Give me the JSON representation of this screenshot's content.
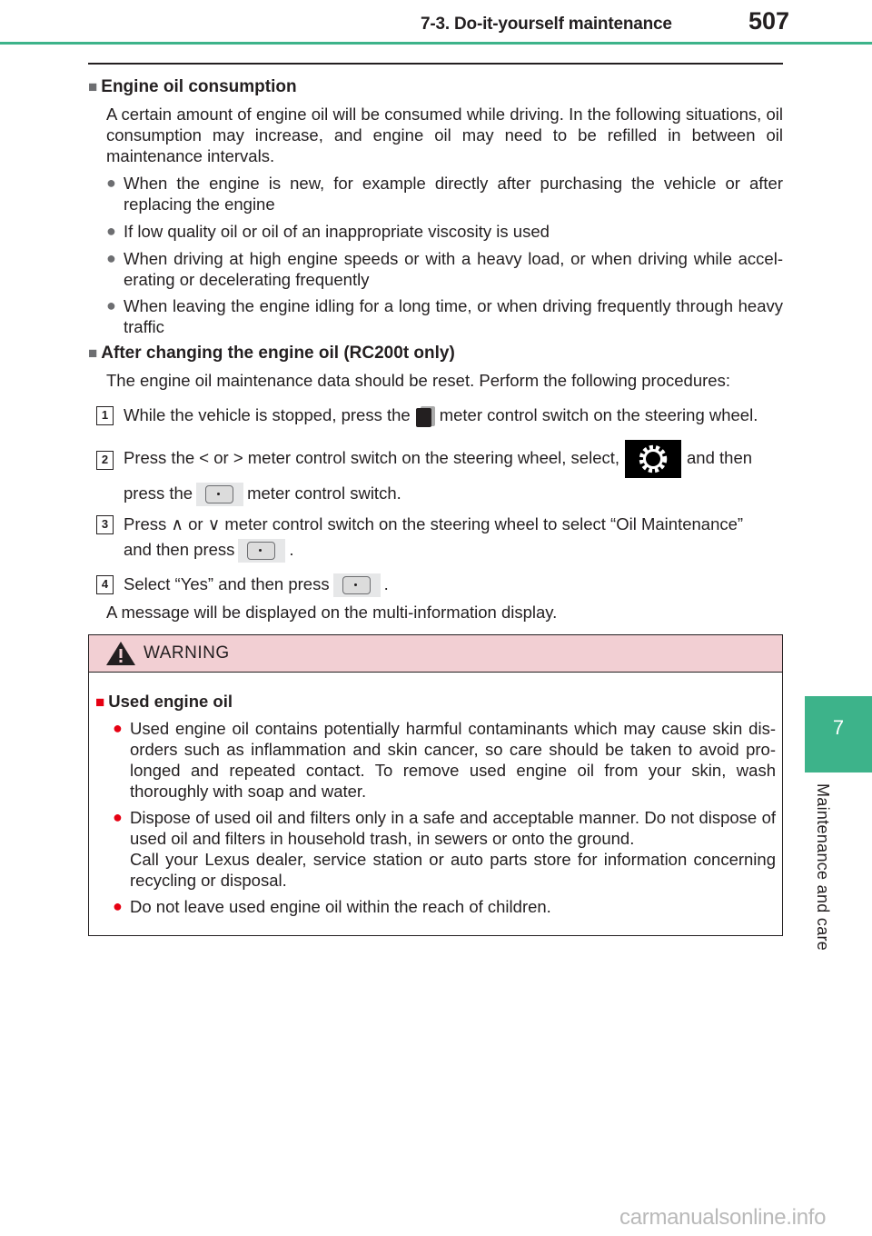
{
  "header": {
    "title": "7-3. Do-it-yourself maintenance",
    "page_number": "507"
  },
  "side_tab": {
    "chapter_number": "7",
    "chapter_title": "Maintenance and care"
  },
  "section1": {
    "heading": "Engine oil consumption",
    "intro": "A certain amount of engine oil will be consumed while driving. In the following situations, oil consumption may increase, and engine oil may need to be refilled in between oil maintenance intervals.",
    "bullets": [
      "When the engine is new, for example directly after purchasing the vehicle or after replacing the engine",
      "If low quality oil or oil of an inappropriate viscosity is used",
      "When driving at high engine speeds or with a heavy load, or when driving while accel-erating or decelerating frequently",
      "When leaving the engine idling for a long time, or when driving frequently through heavy traffic"
    ]
  },
  "section2": {
    "heading": "After changing the engine oil (RC200t only)",
    "intro": "The engine oil maintenance data should be reset. Perform the following procedures:",
    "steps": [
      {
        "num": "1",
        "a": "While the vehicle is stopped, press the",
        "b": "meter control switch on the steering wheel."
      },
      {
        "num": "2",
        "a": "Press the < or > meter control switch on the steering wheel, select,",
        "b": "and then",
        "c": "press the",
        "d": "meter control switch."
      },
      {
        "num": "3",
        "a": "Press ∧ or ∨ meter control switch on the steering wheel to select “Oil Maintenance”",
        "c": "and then press",
        "d": "."
      },
      {
        "num": "4",
        "a": "Select “Yes” and then press",
        "b": "."
      }
    ],
    "result": "A message will be displayed on the multi-information display."
  },
  "warning": {
    "title": "WARNING",
    "heading": "Used engine oil",
    "bullets": [
      "Used engine oil contains potentially harmful contaminants which may cause skin dis-orders such as inflammation and skin cancer, so care should be taken to avoid pro-longed and repeated contact. To remove used engine oil from your skin, wash thoroughly with soap and water.",
      "Dispose of used oil and filters only in a safe and acceptable manner. Do not dispose of used oil and filters in household trash, in sewers or onto the ground.",
      "Do not leave used engine oil within the reach of children."
    ],
    "bullet2_extra": "Call your Lexus dealer, service station or auto parts store for information concerning recycling or disposal."
  },
  "footer": {
    "watermark": "carmanualsonline.info"
  },
  "colors": {
    "accent_green": "#3db38a",
    "warning_fill": "#f2cfd3",
    "warning_red": "#e60012"
  },
  "icons": [
    "meter-display-icon",
    "settings-gear-icon",
    "ok-switch-icon",
    "warning-triangle-icon"
  ]
}
